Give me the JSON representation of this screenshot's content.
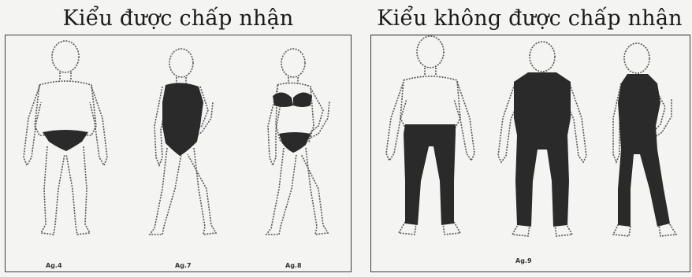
{
  "panels": {
    "accepted": {
      "title": "Kiểu được chấp nhận",
      "figures": [
        {
          "caption": "Ag.4",
          "garment": "briefs"
        },
        {
          "caption": "Ag.7",
          "garment": "one-piece-swimsuit"
        },
        {
          "caption": "Ag.8",
          "garment": "bikini"
        }
      ]
    },
    "not_accepted": {
      "title": "Kiểu không được chấp nhận",
      "figures": [
        {
          "caption": "",
          "garment": "long-leggings-bare-chest"
        },
        {
          "caption": "Ag.9",
          "garment": "full-bodysuit-singlet"
        },
        {
          "caption": "",
          "garment": "full-bodysuit-female"
        }
      ]
    }
  },
  "colors": {
    "background": "#f4f4f2",
    "outline": "#555555",
    "garment": "#2a2a2a"
  }
}
